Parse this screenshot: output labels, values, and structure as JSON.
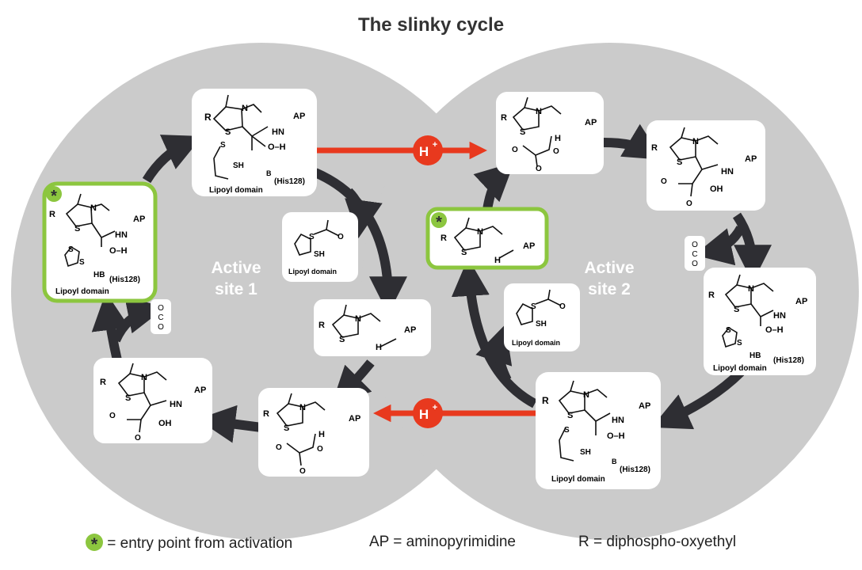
{
  "title": "The slinky cycle",
  "active_sites": {
    "site1": [
      "Active",
      "site 1"
    ],
    "site2": [
      "Active",
      "site 2"
    ]
  },
  "proton_label": "H",
  "proton_sup": "+",
  "atoms": {
    "R": "R",
    "S": "S",
    "N": "N",
    "O": "O",
    "H": "H",
    "AP": "AP",
    "HN": "HN",
    "H2N": "H",
    "SH": "SH",
    "OH": "OH",
    "OminusH": "O–H",
    "B": "B",
    "HB": "HB",
    "his128": "(His128)"
  },
  "lipoyl_domain": "Lipoyl domain",
  "entry_star": "*",
  "colors": {
    "background_lobes": "#cbcbcb",
    "card": "#ffffff",
    "dark_arrow": "#2e2e33",
    "proton_arrow": "#e8391e",
    "entry_highlight": "#8cc63f"
  },
  "legend": {
    "entry": "= entry point from activation",
    "ap": "AP = aminopyrimidine",
    "r": "R = diphospho-oxyethyl"
  }
}
